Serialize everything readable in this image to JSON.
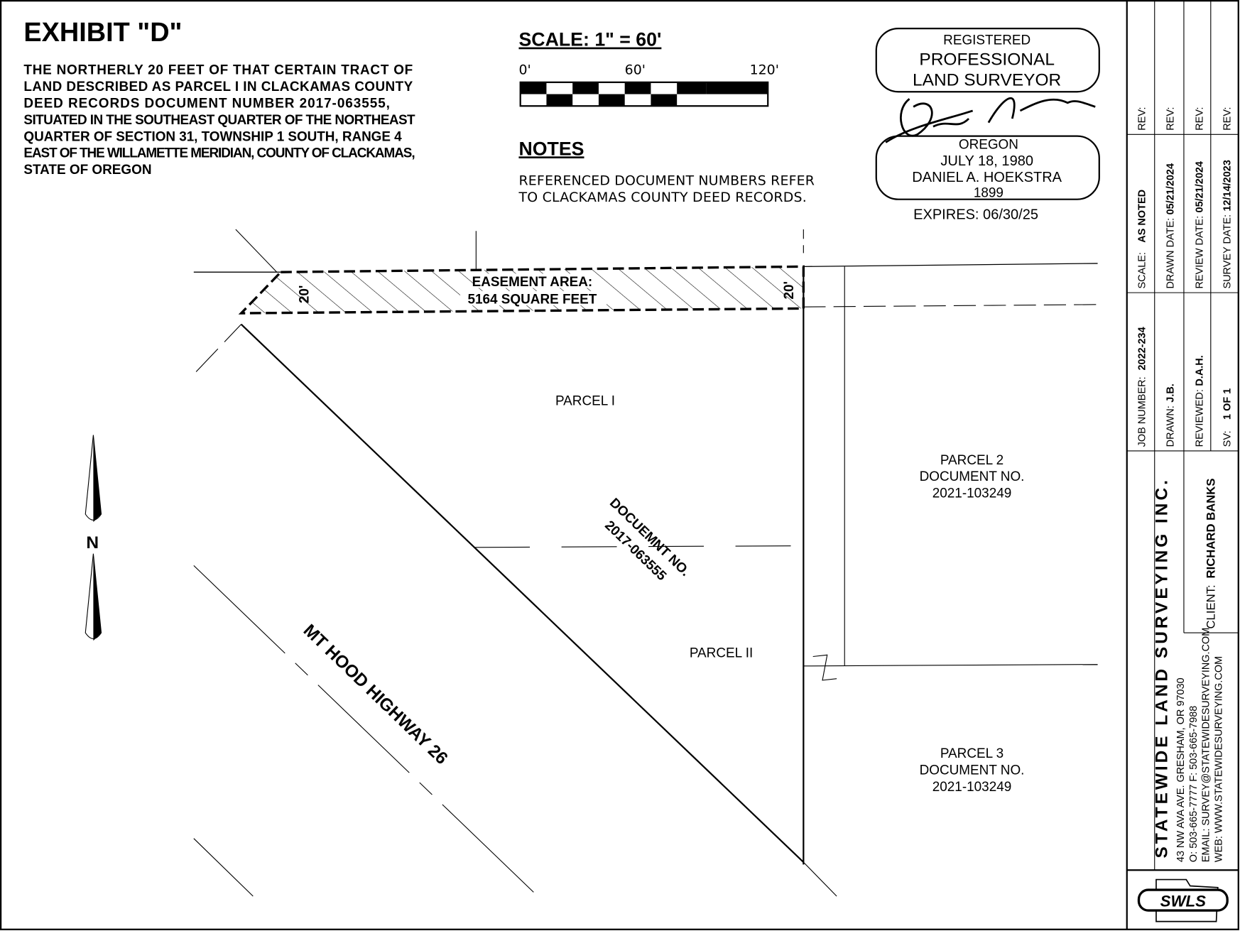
{
  "header": {
    "title": "EXHIBIT \"D\"",
    "description": [
      "THE NORTHERLY 20 FEET OF THAT CERTAIN TRACT OF",
      "LAND DESCRIBED AS PARCEL I IN CLACKAMAS COUNTY",
      "DEED RECORDS DOCUMENT NUMBER 2017-063555,",
      "SITUATED IN THE SOUTHEAST QUARTER OF THE NORTHEAST",
      "QUARTER OF SECTION 31, TOWNSHIP 1 SOUTH, RANGE 4",
      "EAST OF THE WILLAMETTE MERIDIAN, COUNTY OF CLACKAMAS,",
      "STATE OF OREGON"
    ]
  },
  "scale": {
    "title": "SCALE: 1\" = 60'",
    "ticks": [
      "0'",
      "60'",
      "120'"
    ]
  },
  "notes": {
    "title": "NOTES",
    "lines": [
      "REFERENCED DOCUMENT NUMBERS REFER",
      "TO CLACKAMAS COUNTY DEED RECORDS."
    ]
  },
  "stamp": {
    "line1": "REGISTERED",
    "line2": "PROFESSIONAL",
    "line3": "LAND SURVEYOR",
    "state": "OREGON",
    "date": "JULY 18, 1980",
    "name": "DANIEL A. HOEKSTRA",
    "number": "1899",
    "expires": "EXPIRES: 06/30/25"
  },
  "drawing": {
    "easement_label": "EASEMENT AREA:",
    "easement_area": "5164 SQUARE FEET",
    "width_left": "20'",
    "width_right": "20'",
    "parcel1": "PARCEL I",
    "parcel2": [
      "PARCEL II"
    ],
    "doc_label": [
      "DOCUEMNT NO.",
      "2017-063555"
    ],
    "parcel_2": [
      "PARCEL 2",
      "DOCUMENT NO.",
      "2021-103249"
    ],
    "parcel_3": [
      "PARCEL 3",
      "DOCUMENT NO.",
      "2021-103249"
    ],
    "highway": "MT HOOD HIGHWAY 26",
    "north": "N"
  },
  "title_block": {
    "rev": [
      "REV:",
      "REV:",
      "REV:",
      "REV:"
    ],
    "scale_label": "SCALE:",
    "scale_value": "AS NOTED",
    "drawn_date_label": "DRAWN DATE:",
    "drawn_date": "05/21/2024",
    "review_date_label": "REVIEW DATE:",
    "review_date": "05/21/2024",
    "survey_date_label": "SURVEY DATE:",
    "survey_date": "12/14/2023",
    "job_label": "JOB NUMBER:",
    "job_number": "2022-234",
    "drawn_label": "DRAWN:",
    "drawn": "J.B.",
    "reviewed_label": "REVIEWED:",
    "reviewed": "D.A.H.",
    "sv_label": "SV:",
    "sv": "1 OF 1",
    "client_label": "CLIENT:",
    "client": "RICHARD BANKS",
    "company": "STATEWIDE LAND SURVEYING INC.",
    "address": "43 NW AVA AVE. GRESHAM, OR 97030",
    "phone": "O: 503-665-7777   F: 503-665-7988",
    "email": "EMAIL: SURVEY@STATEWIDESURVEYING.COM",
    "web": "WEB: WWW.STATEWIDESURVEYING.COM",
    "logo": "SWLS"
  }
}
